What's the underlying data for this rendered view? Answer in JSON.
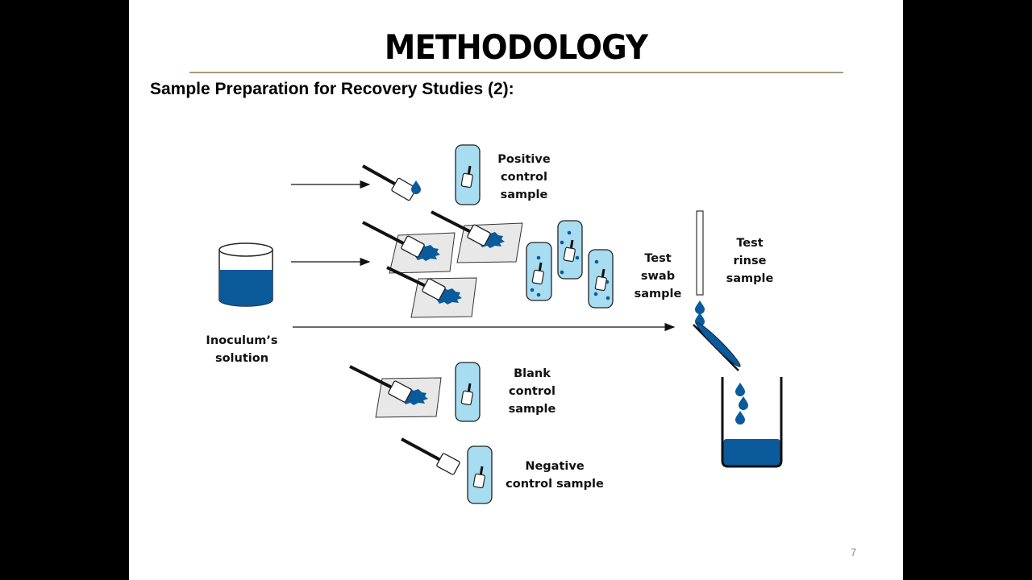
{
  "slide": {
    "title": "METHODOLOGY",
    "subtitle": "Sample Preparation for Recovery Studies (2):",
    "page_number": "7"
  },
  "diagram": {
    "source_label_line1": "Inoculum’s",
    "source_label_line2": "solution",
    "positive_line1": "Positive",
    "positive_line2": "control",
    "positive_line3": "sample",
    "test_swab_line1": "Test",
    "test_swab_line2": "swab",
    "test_swab_line3": "sample",
    "test_rinse_line1": "Test",
    "test_rinse_line2": "rinse",
    "test_rinse_line3": "sample",
    "blank_line1": "Blank",
    "blank_line2": "control",
    "blank_line3": "sample",
    "negative_line1": "Negative",
    "negative_line2": "control sample"
  },
  "colors": {
    "liquid": "#0a5a9c",
    "tube_fill": "#a8dcf0",
    "surface": "#e8e8e8"
  }
}
